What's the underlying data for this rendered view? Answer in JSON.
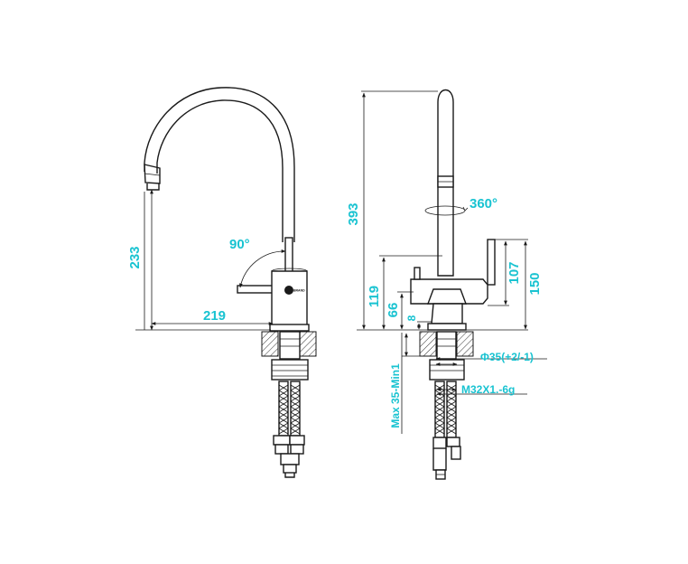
{
  "labels": {
    "angle_90": "90°",
    "spout_height": "233",
    "reach": "219",
    "rotation": "360°",
    "total_height": "393",
    "body_height": "119",
    "handle_height": "66",
    "base_height": "8",
    "filter_handle_height": "107",
    "filter_total": "150",
    "countertop": "Max 35-Min1",
    "hole_diameter": "Φ35(+2/-1)",
    "thread": "M32X1.-6g"
  },
  "colors": {
    "dimension": "#19c3d1",
    "line": "#1a1a1a"
  }
}
